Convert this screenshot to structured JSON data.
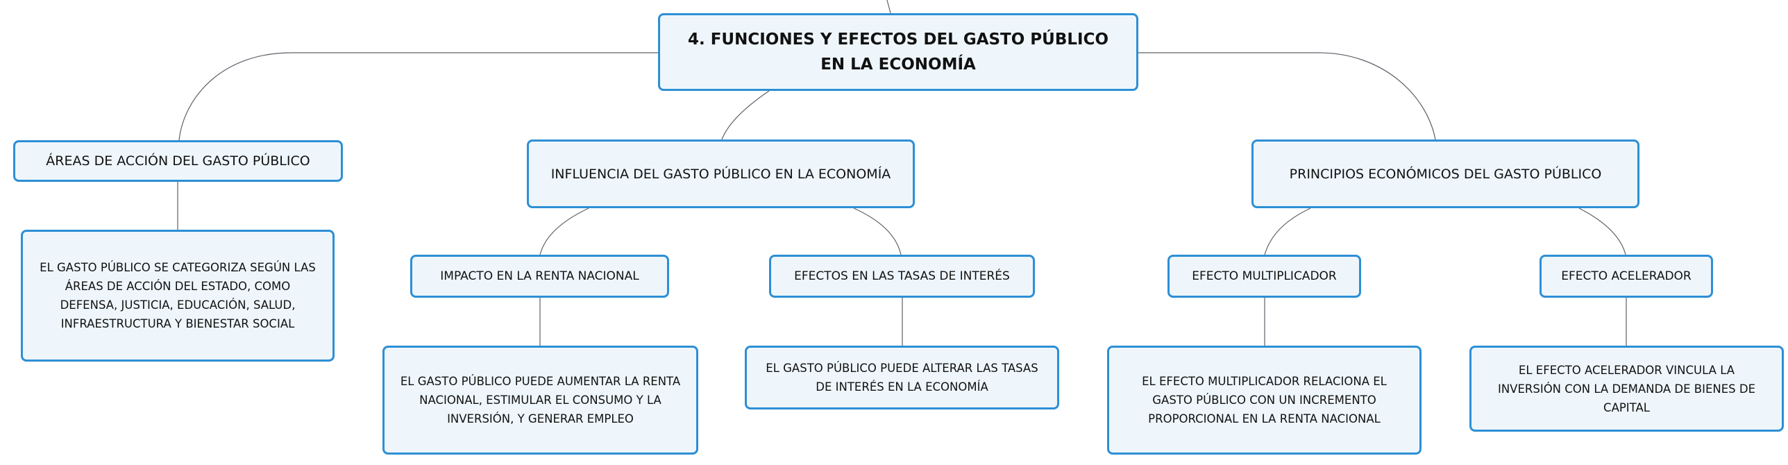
{
  "root": {
    "title": "4. FUNCIONES Y EFECTOS DEL GASTO PÚBLICO EN LA ECONOMÍA"
  },
  "branches": [
    {
      "label": "ÁREAS DE ACCIÓN DEL GASTO PÚBLICO",
      "leaf": "EL GASTO PÚBLICO SE CATEGORIZA SEGÚN LAS ÁREAS DE ACCIÓN DEL ESTADO, COMO DEFENSA, JUSTICIA, EDUCACIÓN, SALUD, INFRAESTRUCTURA Y BIENESTAR SOCIAL"
    },
    {
      "label": "INFLUENCIA DEL GASTO PÚBLICO EN LA ECONOMÍA",
      "children": [
        {
          "label": "IMPACTO EN LA RENTA NACIONAL",
          "leaf": "EL GASTO PÚBLICO PUEDE AUMENTAR LA RENTA NACIONAL, ESTIMULAR EL CONSUMO Y LA INVERSIÓN, Y GENERAR EMPLEO"
        },
        {
          "label": "EFECTOS EN LAS TASAS DE INTERÉS",
          "leaf": "EL GASTO PÚBLICO PUEDE ALTERAR LAS TASAS DE INTERÉS EN LA ECONOMÍA"
        }
      ]
    },
    {
      "label": "PRINCIPIOS ECONÓMICOS DEL GASTO PÚBLICO",
      "children": [
        {
          "label": "EFECTO MULTIPLICADOR",
          "leaf": "EL EFECTO MULTIPLICADOR RELACIONA EL GASTO PÚBLICO CON UN INCREMENTO PROPORCIONAL EN LA RENTA NACIONAL"
        },
        {
          "label": "EFECTO ACELERADOR",
          "leaf": "EL EFECTO ACELERADOR VINCULA LA INVERSIÓN CON LA DEMANDA DE BIENES DE CAPITAL"
        }
      ]
    }
  ],
  "colors": {
    "border": "#2d8fd5",
    "fill": "#eef6fc",
    "line": "#5b6168"
  }
}
